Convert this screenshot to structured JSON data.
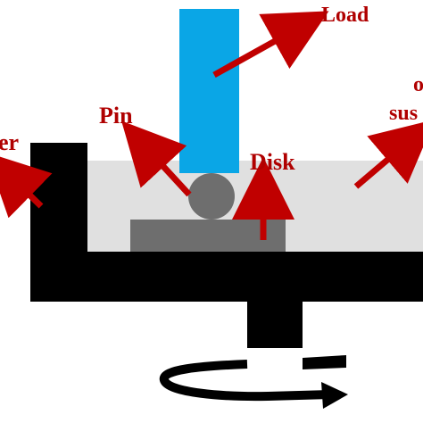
{
  "labels": {
    "load": "Load",
    "pin": "Pin",
    "disk": "Disk",
    "holder_partial": "er",
    "solution_partial_line1": "o",
    "solution_partial_line2": "sus"
  },
  "colors": {
    "load_rod": "#0aa6e6",
    "pin_ball": "#6e6e6e",
    "disk_plate": "#6e6e6e",
    "bath": "#e0e0e0",
    "frame": "#000000",
    "arrow": "#c00000",
    "label_text": "#b00000"
  }
}
